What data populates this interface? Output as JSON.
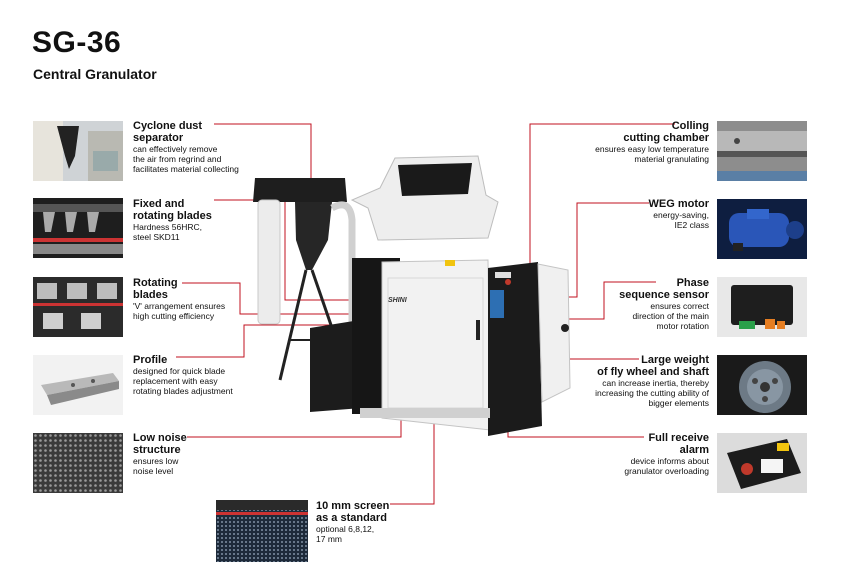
{
  "header": {
    "title": "SG-36",
    "subtitle": "Central Granulator"
  },
  "features_left": [
    {
      "key": "cyclone",
      "title_lines": [
        "Cyclone dust",
        "separator"
      ],
      "desc_lines": [
        "can effectively remove",
        "the air from regrind and",
        "facilitates material collecting"
      ]
    },
    {
      "key": "blades",
      "title_lines": [
        "Fixed and",
        "rotating blades"
      ],
      "desc_lines": [
        "Hardness 56HRC,",
        "steel SKD11"
      ]
    },
    {
      "key": "rotating",
      "title_lines": [
        "Rotating",
        "blades"
      ],
      "desc_lines": [
        "'V' arrangement ensures",
        "high cutting efficiency"
      ]
    },
    {
      "key": "profile",
      "title_lines": [
        "Profile"
      ],
      "desc_lines": [
        "designed for quick blade",
        "replacement with easy",
        "rotating blades  adjustment"
      ]
    },
    {
      "key": "noise",
      "title_lines": [
        "Low noise",
        "structure"
      ],
      "desc_lines": [
        "ensures low",
        "noise level"
      ]
    }
  ],
  "features_right": [
    {
      "key": "cooling",
      "title_lines": [
        "Colling",
        "cutting chamber"
      ],
      "desc_lines": [
        "ensures easy low temperature",
        "material granulating"
      ]
    },
    {
      "key": "motor",
      "title_lines": [
        "WEG motor"
      ],
      "desc_lines": [
        "energy-saving,",
        "IE2 class"
      ]
    },
    {
      "key": "phase",
      "title_lines": [
        "Phase",
        "sequence sensor"
      ],
      "desc_lines": [
        "ensures correct",
        "direction of the main",
        "motor rotation"
      ]
    },
    {
      "key": "flywheel",
      "title_lines": [
        "Large weight",
        "of fly wheel and shaft"
      ],
      "desc_lines": [
        "can increase inertia, thereby",
        "increasing the cutting ability of",
        "bigger elements"
      ]
    },
    {
      "key": "alarm",
      "title_lines": [
        "Full receive",
        "alarm"
      ],
      "desc_lines": [
        "device informs about",
        "granulator overloading"
      ]
    }
  ],
  "feature_bottom": {
    "key": "screen",
    "title_lines": [
      "10 mm screen",
      "as a standard"
    ],
    "desc_lines": [
      "optional 6,8,12,",
      "17 mm"
    ]
  },
  "machine": {
    "brand_label": "SHINI"
  },
  "colors": {
    "callout_line": "#c1121f",
    "machine_body": "#f2f2f2",
    "machine_dark": "#1c1c1c"
  }
}
